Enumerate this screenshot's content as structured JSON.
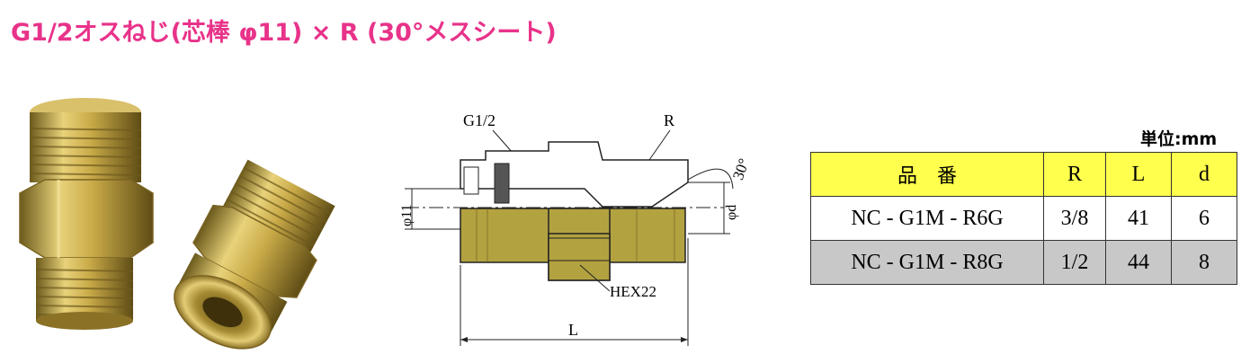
{
  "title": "G1/2オスねじ(芯棒 φ11) × R (30°メスシート)",
  "colors": {
    "title": "#e8338a",
    "header_bg": "#ffff4d",
    "row2_bg": "#c8c8c8",
    "brass": "#b3a240"
  },
  "drawing": {
    "g_label": "G1/2",
    "r_label": "R",
    "angle_label": "30°",
    "d11_label": "φ11",
    "d_label": "φd",
    "hex_label": "HEX22",
    "l_label": "L"
  },
  "unit_label": "単位:mm",
  "table": {
    "headers": [
      "品　番",
      "R",
      "L",
      "d"
    ],
    "rows": [
      [
        "NC - G1M - R6G",
        "3/8",
        "41",
        "6"
      ],
      [
        "NC - G1M - R8G",
        "1/2",
        "44",
        "8"
      ]
    ]
  }
}
